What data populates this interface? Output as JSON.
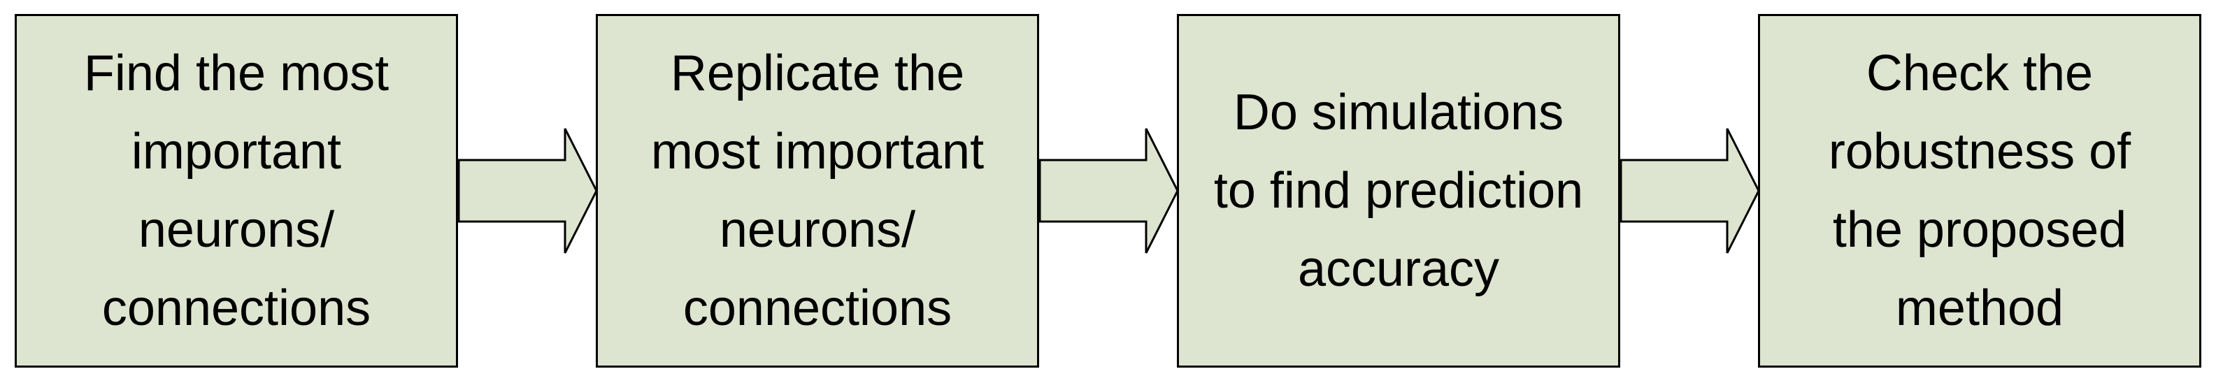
{
  "colors": {
    "box_fill": "#dde4cf",
    "stroke": "#000000",
    "background": "#ffffff"
  },
  "steps": [
    {
      "lines": [
        "Find the most",
        "important",
        "neurons/",
        "connections"
      ]
    },
    {
      "lines": [
        "Replicate the",
        "most important",
        "neurons/",
        "connections"
      ]
    },
    {
      "lines": [
        "Do simulations",
        "to find prediction",
        "accuracy"
      ]
    },
    {
      "lines": [
        "Check the",
        "robustness of",
        "the proposed",
        "method"
      ]
    }
  ]
}
